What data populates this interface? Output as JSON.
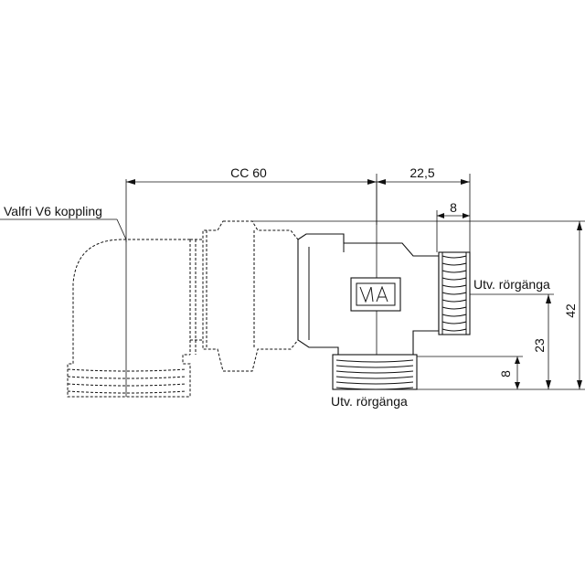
{
  "diagram": {
    "labels": {
      "coupling": "Valfri V6 koppling",
      "outlet_right": "Utv. rörgänga",
      "outlet_bottom": "Utv. rörgänga"
    },
    "dimensions": {
      "cc": "CC 60",
      "offset": "22,5",
      "thread_right": "8",
      "height_total": "42",
      "height_mid": "23",
      "thread_bottom": "8"
    },
    "colors": {
      "stroke": "#111111",
      "background": "#ffffff"
    }
  }
}
